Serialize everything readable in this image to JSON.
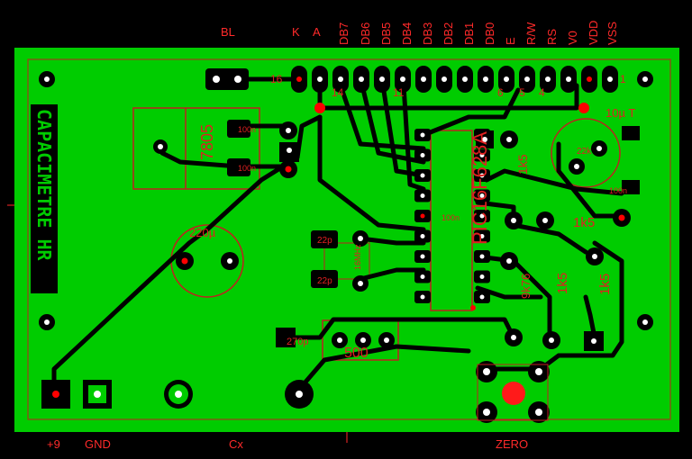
{
  "header_labels": [
    "BL",
    "K",
    "A",
    "DB7",
    "DB6",
    "DB5",
    "DB4",
    "DB3",
    "DB2",
    "DB1",
    "DB0",
    "E",
    "R/W",
    "RS",
    "V0",
    "VDD",
    "VSS"
  ],
  "footer_labels": [
    "+9",
    "GND",
    "Cx",
    "ZERO"
  ],
  "board": {
    "title_text": "CAPACIMETRE HR",
    "regulator": "7805",
    "mcu": "PIC16F628A",
    "capacitor_big": "220µ",
    "crystal": "16MHz",
    "pot": "500",
    "pin_numbers": [
      "16",
      "14",
      "11",
      "6",
      "5",
      "4",
      "1"
    ],
    "components": {
      "c100n_a": "100n",
      "c100n_b": "100n",
      "c100n_c": "100n",
      "c100n_d": "100n",
      "c22p_a": "22p",
      "c22p_b": "22p",
      "c270p": "270p",
      "c10u": "10µ T",
      "r1k5_a": "1k5",
      "r1k5_b": "1k5",
      "r1k5_c": "1k5",
      "r1k5_d": "1k5",
      "r9k76": "9k76",
      "r22k": "22k"
    }
  },
  "colors": {
    "copper": "#00cc00",
    "substrate": "#000000",
    "trace": "#000000",
    "silk": "#e02020",
    "pad": "#ffffff"
  }
}
